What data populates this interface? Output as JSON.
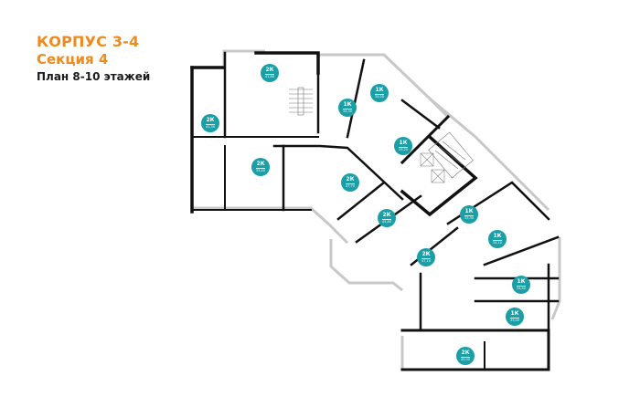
{
  "header": {
    "building": "КОРПУС 3-4",
    "section": "Секция 4",
    "floors": "План 8-10 этажей"
  },
  "colors": {
    "title_accent": "#ef8a1c",
    "badge": "#1a9fa6",
    "wall": "#111111",
    "balcony": "#c8c8c8"
  },
  "apartments": [
    {
      "type": "2К",
      "area": "41,80"
    },
    {
      "type": "2К",
      "area": "41,30"
    },
    {
      "type": "1К",
      "area": "34,00"
    },
    {
      "type": "1К",
      "area": "34,30"
    },
    {
      "type": "1К",
      "area": "33,20"
    },
    {
      "type": "2К",
      "area": "33,40"
    },
    {
      "type": "2К",
      "area": "47,70"
    },
    {
      "type": "2К",
      "area": "44,80"
    },
    {
      "type": "2К",
      "area": "47,10"
    },
    {
      "type": "1К",
      "area": "33,30"
    },
    {
      "type": "1К",
      "area": "34,10"
    },
    {
      "type": "1К",
      "area": "34,40"
    },
    {
      "type": "1К",
      "area": "33,00"
    },
    {
      "type": "2К",
      "area": "45,00"
    }
  ]
}
